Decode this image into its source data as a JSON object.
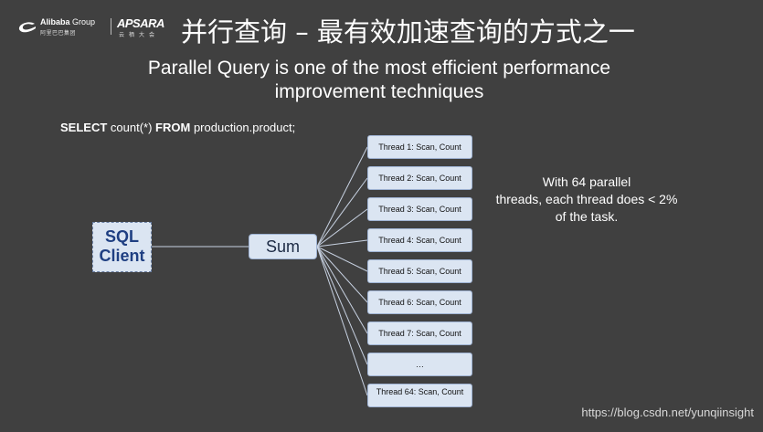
{
  "header": {
    "alibaba_logo": {
      "name_bold": "Alibaba",
      "name_light": "Group",
      "sub": "阿里巴巴集团"
    },
    "apsara_logo": {
      "name": "APSARA",
      "sub": "云栖大会"
    },
    "title_cn": "并行查询 – 最有效加速查询的方式之一",
    "title_en": "Parallel Query is one of the most efficient performance improvement techniques"
  },
  "sql": {
    "select_kw": "SELECT",
    "count_expr": " count(*) ",
    "from_kw": "FROM",
    "table": " production.product;"
  },
  "diagram": {
    "client_line1": "SQL",
    "client_line2": "Client",
    "sum_label": "Sum",
    "threads": [
      "Thread 1: Scan, Count",
      "Thread 2: Scan, Count",
      "Thread 3: Scan, Count",
      "Thread 4: Scan, Count",
      "Thread 5: Scan, Count",
      "Thread 6: Scan, Count",
      "Thread 7: Scan, Count",
      "…",
      "Thread 64: Scan, Count"
    ]
  },
  "note": "With 64 parallel\nthreads, each thread  does < 2%\nof the task.",
  "watermark": "https://blog.csdn.net/yunqiinsight",
  "colors": {
    "background": "#404040",
    "box_fill": "#dbe5f2",
    "client_text": "#1f3f82",
    "connector": "#c8d2e2"
  }
}
